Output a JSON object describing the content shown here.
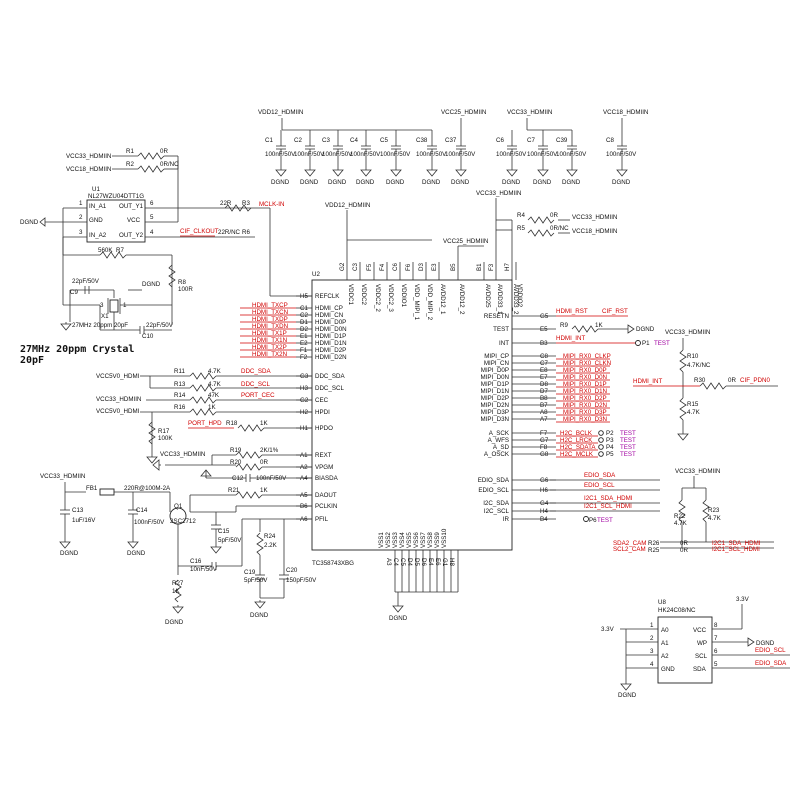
{
  "u2": {
    "ref": "U2",
    "part": "TC358743XBG",
    "left_pins": [
      {
        "name": "REFCLK",
        "pin": "H5"
      },
      {
        "name": "HDMI_CP",
        "pin": "C1"
      },
      {
        "name": "HDMI_CN",
        "pin": "C2"
      },
      {
        "name": "HDMI_D0P",
        "pin": "D1"
      },
      {
        "name": "HDMI_D0N",
        "pin": "D2"
      },
      {
        "name": "HDMI_D1P",
        "pin": "E1"
      },
      {
        "name": "HDMI_D1N",
        "pin": "E2"
      },
      {
        "name": "HDMI_D2P",
        "pin": "F1"
      },
      {
        "name": "HDMI_D2N",
        "pin": "F2"
      },
      {
        "name": "DDC_SDA",
        "pin": "G3"
      },
      {
        "name": "DDC_SCL",
        "pin": "H3"
      },
      {
        "name": "CEC",
        "pin": "G2"
      },
      {
        "name": "HPDI",
        "pin": "H2"
      },
      {
        "name": "HPDO",
        "pin": "H1"
      },
      {
        "name": "REXT",
        "pin": "A1"
      },
      {
        "name": "VPGM",
        "pin": "A2"
      },
      {
        "name": "BIASDA",
        "pin": "A4"
      },
      {
        "name": "DAOUT",
        "pin": "A5"
      },
      {
        "name": "PCLKIN",
        "pin": "B6"
      },
      {
        "name": "PFIL",
        "pin": "A6"
      }
    ],
    "right_pins": [
      {
        "name": "RESETN",
        "pin": "G5"
      },
      {
        "name": "TEST",
        "pin": "E5"
      },
      {
        "name": "INT",
        "pin": "B3"
      },
      {
        "name": "MIPI_CP",
        "pin": "C8"
      },
      {
        "name": "MIPI_CN",
        "pin": "C7"
      },
      {
        "name": "MIPI_D0P",
        "pin": "E8"
      },
      {
        "name": "MIPI_D0N",
        "pin": "E7"
      },
      {
        "name": "MIPI_D1P",
        "pin": "D8"
      },
      {
        "name": "MIPI_D1N",
        "pin": "D7"
      },
      {
        "name": "MIPI_D2P",
        "pin": "B8"
      },
      {
        "name": "MIPI_D2N",
        "pin": "B7"
      },
      {
        "name": "MIPI_D3P",
        "pin": "A8"
      },
      {
        "name": "MIPI_D3N",
        "pin": "A7"
      },
      {
        "name": "A_SCK",
        "pin": "F7"
      },
      {
        "name": "A_WFS",
        "pin": "G7"
      },
      {
        "name": "A_SD",
        "pin": "F8"
      },
      {
        "name": "A_OSCK",
        "pin": "G8"
      },
      {
        "name": "EDIO_SDA",
        "pin": "G6"
      },
      {
        "name": "EDIO_SCL",
        "pin": "H6"
      },
      {
        "name": "I2C_SDA",
        "pin": "G4"
      },
      {
        "name": "I2C_SCL",
        "pin": "H4"
      },
      {
        "name": "IR",
        "pin": "B4"
      }
    ],
    "top_pins": [
      {
        "name": "VDDC1",
        "pin": "G2"
      },
      {
        "name": "VDDC2",
        "pin": "C3"
      },
      {
        "name": "VDDC2_2",
        "pin": "F5"
      },
      {
        "name": "VDDC2_3",
        "pin": "F4"
      },
      {
        "name": "VDDIO1",
        "pin": "C6"
      },
      {
        "name": "VDD_MIPI_1",
        "pin": "F6"
      },
      {
        "name": "VDD_MIPI_2",
        "pin": "D3"
      },
      {
        "name": "AVDD12_1",
        "pin": "E3"
      },
      {
        "name": "AVDD12_2",
        "pin": "B5"
      },
      {
        "name": "AVDD25",
        "pin": "B1"
      },
      {
        "name": "AVDD33_1",
        "pin": "F3"
      },
      {
        "name": "AVDD33_2",
        "pin": "H7"
      },
      {
        "name": "VDDIO2",
        "pin": ""
      }
    ],
    "bottom_pins": [
      {
        "name": "VSS1",
        "pin": "A3"
      },
      {
        "name": "VSS2",
        "pin": "C4"
      },
      {
        "name": "VSS3",
        "pin": "C5"
      },
      {
        "name": "VSS4",
        "pin": "D4"
      },
      {
        "name": "VSS5",
        "pin": "D5"
      },
      {
        "name": "VSS6",
        "pin": "D6"
      },
      {
        "name": "VSS7",
        "pin": "E4"
      },
      {
        "name": "VSS8",
        "pin": "E6"
      },
      {
        "name": "VSS9",
        "pin": "G1"
      },
      {
        "name": "VSS10",
        "pin": "H8"
      }
    ]
  },
  "left_nets": [
    "HDMI_TXCP",
    "HDMI_TXCN",
    "HDMI_TXDP",
    "HDMI_TXDN",
    "HDMI_TX1P",
    "HDMI_TX1N",
    "HDMI_TX2P",
    "HDMI_TX2N"
  ],
  "mipi_nets": [
    "MIPI_RX0_CLKP",
    "MIPI_RX0_CLKN",
    "MIPI_RX0_D0P",
    "MIPI_RX0_D0N",
    "MIPI_RX0_D1P",
    "MIPI_RX0_D1N",
    "MIPI_RX0_D2P",
    "MIPI_RX0_D2N",
    "MIPI_RX0_D3P",
    "MIPI_RX0_D3N"
  ],
  "audio_nets": [
    {
      "net": "H2C_BCLK",
      "port": "P2",
      "tag": "TEST"
    },
    {
      "net": "H2C_LRCK",
      "port": "P3",
      "tag": "TEST"
    },
    {
      "net": "H2C_SDATA",
      "port": "P4",
      "tag": "TEST"
    },
    {
      "net": "H2C_MCLK",
      "port": "P5",
      "tag": "TEST"
    }
  ],
  "caps_top": [
    {
      "ref": "C1",
      "val": "100nF/50V"
    },
    {
      "ref": "C2",
      "val": "100nF/50V"
    },
    {
      "ref": "C3",
      "val": "100nF/50V"
    },
    {
      "ref": "C4",
      "val": "100nF/50V"
    },
    {
      "ref": "C5",
      "val": "100nF/50V"
    },
    {
      "ref": "C38",
      "val": "100nF/50V"
    },
    {
      "ref": "C37",
      "val": "100nF/50V"
    },
    {
      "ref": "C6",
      "val": "100nF/50V"
    },
    {
      "ref": "C7",
      "val": "100nF/50V"
    },
    {
      "ref": "C39",
      "val": "100nF/50V"
    },
    {
      "ref": "C8",
      "val": "100nF/50V"
    }
  ],
  "rails": {
    "vdd12": "VDD12_HDMIIN",
    "vcc25": "VCC25_HDMIIN",
    "vcc33": "VCC33_HDMIIN",
    "vcc18": "VCC18_HDMIIN",
    "vcc5": "VCC5V0_HDMIIN",
    "vcc5_short": "VCC5V0_HDMI",
    "v33": "3.3V",
    "gnd": "DGND"
  },
  "labels": {
    "r1": "R1",
    "r1v": "0R",
    "r2": "R2",
    "r2v": "0R/NC",
    "u1": "U1",
    "u1p": "NL27WZU04DTT1G",
    "u1_ina1": "IN_A1",
    "u1_gnd": "GND",
    "u1_ina2": "IN_A2",
    "u1_outy1": "OUT_Y1",
    "u1_vcc": "VCC",
    "u1_outy2": "OUT_Y2",
    "n1": "1",
    "n2": "2",
    "n3": "3",
    "n4": "4",
    "n5": "5",
    "n6": "6",
    "n7": "7",
    "n8": "8",
    "r3": "R3",
    "r3v": "22R",
    "mclk": "MCLK-IN",
    "r6": "R6",
    "r6v": "22R/NC",
    "cif": "CIF_CLKOUT",
    "r7": "R7",
    "r7v": "560K",
    "r8": "R8",
    "r8v": "100R",
    "c9": "C9",
    "c9v": "22pF/50V",
    "c10": "C10",
    "c10v": "22pF/50V",
    "x1": "X1",
    "x1v": "27MHz 20ppm 20pF",
    "xn1": "1",
    "xn3": "3",
    "note1": "27MHz 20ppm Crystal",
    "note2": "20pF",
    "r11": "R11",
    "r11v": "4.7K",
    "ddc_sda": "DDC_SDA",
    "r13": "R13",
    "r13v": "4.7K",
    "ddc_scl": "DDC_SCL",
    "r14": "R14",
    "r14v": "47K",
    "port_cec": "PORT_CEC",
    "r16": "R16",
    "r16v": "1K",
    "r17": "R17",
    "r17v": "100K",
    "port_hpd": "PORT_HPD",
    "r18": "R18",
    "r18v": "1K",
    "r19": "R19",
    "r19v": "2K/1%",
    "r20": "R20",
    "r20v": "0R",
    "c12": "C12",
    "c12v": "100nF/50V",
    "r21": "R21",
    "r21v": "1K",
    "fb1": "FB1",
    "fb1v": "220R@100M-2A",
    "q1": "Q1",
    "q1v": "2SC2712",
    "c13": "C13",
    "c13v": "1uF/16V",
    "c14": "C14",
    "c14v": "100nF/50V",
    "c15": "C15",
    "c15v": "5pF/50V",
    "c16": "C16",
    "c16v": "10nF/50V",
    "r27": "R27",
    "r27v": "1K",
    "r24": "R24",
    "r24v": "2.2K",
    "c19": "C19",
    "c19v": "5pF/50V",
    "c20": "C20",
    "c20v": "150pF/50V",
    "r4": "R4",
    "r4v": "0R",
    "r5": "R5",
    "r5v": "0R/NC",
    "hdmi_rst": "HDMI_RST",
    "cif_rst": "CIF_RST",
    "r9": "R9",
    "r9v": "1K",
    "hdmi_int": "HDMI_INT",
    "p1": "P1",
    "test": "TEST",
    "r10": "R10",
    "r10v": "4.7K/NC",
    "r15": "R15",
    "r15v": "4.7K",
    "r30": "R30",
    "r30v": "0R",
    "cif_pdn0": "CIF_PDN0",
    "edio_sda": "EDIO_SDA",
    "edio_scl": "EDIO_SCL",
    "i2c1_sda": "I2C1_SDA_HDMI",
    "i2c1_scl": "I2C1_SCL_HDMI",
    "p6": "P6",
    "r22": "R22",
    "r22v": "4.7K",
    "r23": "R23",
    "r23v": "4.7K",
    "sda2": "SDA2_CAM",
    "scl2": "SCL2_CAM",
    "r26": "R26",
    "r26v": "0R",
    "r25": "R25",
    "r25v": "0R",
    "u8": "U8",
    "u8p": "HK24C08/NC",
    "u8_a0": "A0",
    "u8_a1": "A1",
    "u8_a2": "A2",
    "u8_gnd": "GND",
    "u8_vcc": "VCC",
    "u8_wp": "WP",
    "u8_scl": "SCL",
    "u8_sda": "SDA"
  },
  "colors": {
    "wire": "#333333",
    "net_label": "#d00000",
    "test_point": "#a000a0"
  }
}
